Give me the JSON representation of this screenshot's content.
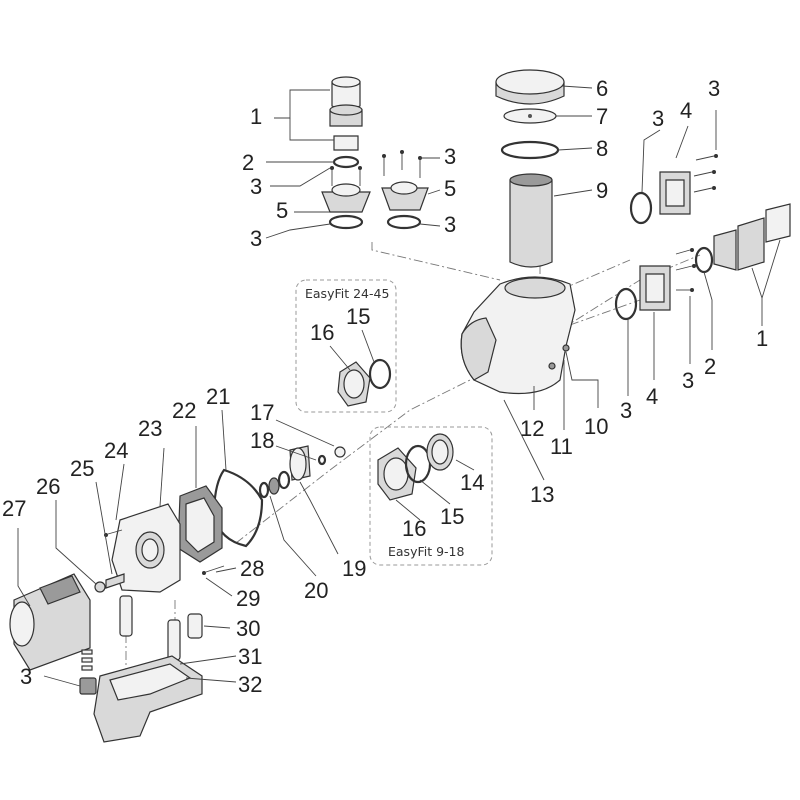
{
  "diagram": {
    "group_labels": {
      "easyfit_large": "EasyFit 24-45",
      "easyfit_small": "EasyFit 9-18"
    },
    "part_numbers": {
      "n1_top": "1",
      "n2_top": "2",
      "n3_top_a": "3",
      "n3_top_b": "3",
      "n5_left": "5",
      "n5_right": "5",
      "n3_bot_left": "3",
      "n3_bot_right": "3",
      "n6": "6",
      "n7": "7",
      "n8": "8",
      "n9": "9",
      "n3_right_a": "3",
      "n4_right_a": "4",
      "n3_right_b": "3",
      "n1_right": "1",
      "n2_right": "2",
      "n3_right_c": "3",
      "n4_right_b": "4",
      "n3_right_d": "3",
      "n10": "10",
      "n11": "11",
      "n12": "12",
      "n13": "13",
      "n14": "14",
      "n15_upper": "15",
      "n16_upper": "16",
      "n15_lower": "15",
      "n16_lower": "16",
      "n17": "17",
      "n18": "18",
      "n19": "19",
      "n20": "20",
      "n21": "21",
      "n22": "22",
      "n23": "23",
      "n24": "24",
      "n25": "25",
      "n26": "26",
      "n27": "27",
      "n28": "28",
      "n29": "29",
      "n30": "30",
      "n31": "31",
      "n32": "32",
      "n3_bottom": "3"
    }
  }
}
